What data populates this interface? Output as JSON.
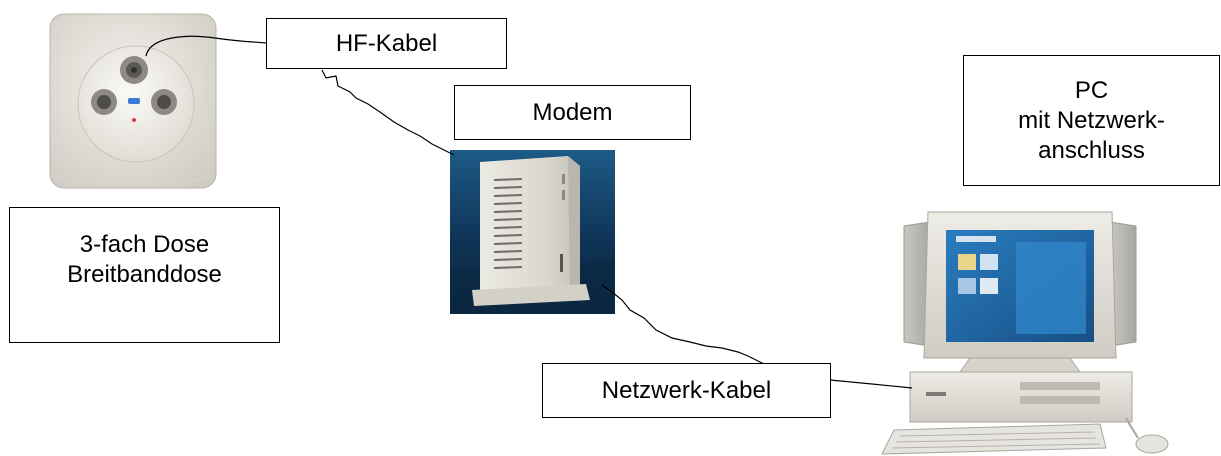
{
  "labels": {
    "hf_kabel": "HF-Kabel",
    "modem": "Modem",
    "pc_line1": "PC",
    "pc_line2": "mit Netzwerk-",
    "pc_line3": "anschluss",
    "dose_line1": "3-fach Dose",
    "dose_line2": "Breitbanddose",
    "netzwerk_kabel": "Netzwerk-Kabel"
  },
  "icons": {
    "wall_socket": "wall-socket-icon",
    "modem": "modem-icon",
    "pc": "desktop-pc-icon"
  },
  "colors": {
    "line": "#000000",
    "border": "#000000",
    "modem_backdrop": "#1d5a86",
    "socket_plate": "#e9e6e0",
    "monitor_screen": "#1f6aa8"
  }
}
